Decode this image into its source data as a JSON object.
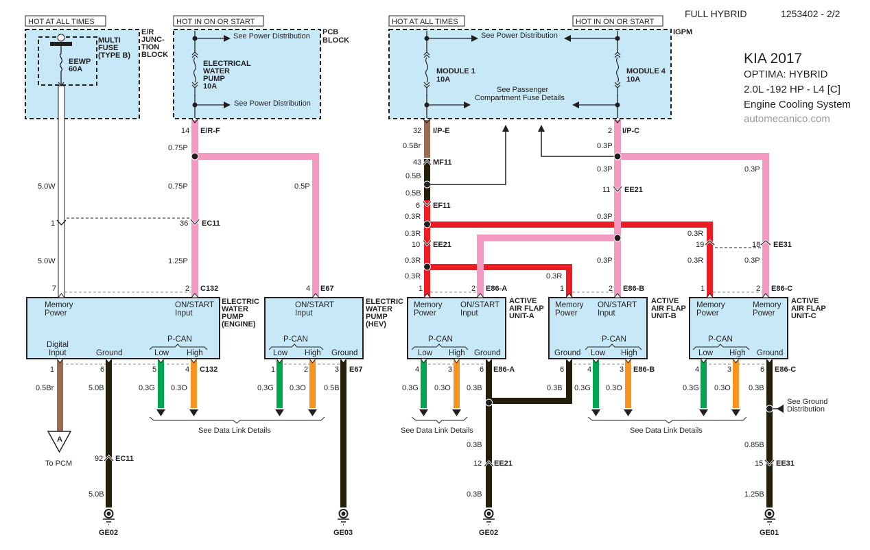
{
  "header": {
    "variant": "FULL HYBRID",
    "doc_id": "1253402 - 2/2",
    "make_year": "KIA 2017",
    "model": "OPTIMA: HYBRID",
    "engine": "2.0L -192 HP - L4 [C]",
    "system": "Engine Cooling System",
    "source": "automecanico.com"
  },
  "colors": {
    "block_fill": "#c7e8f7",
    "pink": "#f49ac1",
    "red": "#ed1c24",
    "brown": "#9b6b52",
    "black": "#231f0a",
    "green": "#00a651",
    "orange": "#f7941d",
    "white_wire": "#ffffff"
  },
  "power_labels": {
    "hot_all_1": "HOT AT ALL TIMES",
    "hot_start_1": "HOT IN ON OR START",
    "hot_all_2": "HOT AT ALL TIMES",
    "hot_start_2": "HOT IN ON OR START"
  },
  "blocks": {
    "er_junction": {
      "name_l1": "E/R",
      "name_l2": "JUNC-",
      "name_l3": "TION",
      "name_l4": "BLOCK",
      "multifuse_l1": "MULTI",
      "multifuse_l2": "FUSE",
      "multifuse_l3": "(TYPE B)",
      "fuse_name": "EEWP",
      "fuse_rating": "60A"
    },
    "pcb": {
      "name_l1": "PCB",
      "name_l2": "BLOCK",
      "fuse_l1": "ELECTRICAL",
      "fuse_l2": "WATER",
      "fuse_l3": "PUMP",
      "fuse_l4": "10A",
      "see_power_1": "See Power Distribution",
      "see_power_2": "See Power Distribution"
    },
    "igpm": {
      "name": "IGPM",
      "fuse1_name": "MODULE 1",
      "fuse1_rating": "10A",
      "fuse4_name": "MODULE 4",
      "fuse4_rating": "10A",
      "see_power": "See Power Distribution",
      "see_passenger_l1": "See Passenger",
      "see_passenger_l2": "Compartment Fuse Details"
    }
  },
  "connectors": {
    "erf": {
      "pin": "14",
      "name": "E/R-F"
    },
    "ec11_top": {
      "pin_left": "1",
      "pin": "36",
      "name": "EC11"
    },
    "c132_top": {
      "pin_left": "7",
      "pin": "2",
      "name": "C132"
    },
    "e67_top": {
      "pin": "4",
      "name": "E67"
    },
    "ipe": {
      "pin": "32",
      "name": "I/P-E"
    },
    "mf11": {
      "pin": "43",
      "name": "MF11"
    },
    "ef11": {
      "pin": "6",
      "name": "EF11"
    },
    "ee21_l": {
      "pin": "10",
      "name": "EE21"
    },
    "ipc": {
      "pin": "2",
      "name": "I/P-C"
    },
    "ee21_r": {
      "pin": "11",
      "name": "EE21"
    },
    "ee31_top": {
      "pin_left": "19",
      "pin": "18",
      "name": "EE31"
    },
    "e86a_top": {
      "pin_left": "1",
      "pin": "2",
      "name": "E86-A"
    },
    "e86b_top": {
      "pin_left": "1",
      "pin": "2",
      "name": "E86-B"
    },
    "e86c_top": {
      "pin_left": "1",
      "pin": "2",
      "name": "E86-C"
    },
    "c132_bot": {
      "p1": "1",
      "p2": "6",
      "p3": "5",
      "p4": "4",
      "name": "C132"
    },
    "e67_bot": {
      "p1": "1",
      "p2": "2",
      "p3": "3",
      "name": "E67"
    },
    "e86a_bot": {
      "p1": "4",
      "p2": "3",
      "p3": "6",
      "name": "E86-A"
    },
    "e86b_bot": {
      "p1": "6",
      "p2": "4",
      "p3": "3",
      "name": "E86-B"
    },
    "e86c_bot": {
      "p1": "4",
      "p2": "3",
      "p3": "6",
      "name": "E86-C"
    },
    "ec11_bot": {
      "pin": "92",
      "name": "EC11"
    },
    "ee21_bot": {
      "pin": "12",
      "name": "EE21"
    },
    "ee31_bot": {
      "pin": "15",
      "name": "EE31"
    }
  },
  "wires": {
    "w_5w_a": "5.0W",
    "w_5w_b": "5.0W",
    "w_075p_a": "0.75P",
    "w_075p_b": "0.75P",
    "w_125p": "1.25P",
    "w_05p": "0.5P",
    "w_05br_top": "0.5Br",
    "w_05b_a": "0.5B",
    "w_05b_b": "0.5B",
    "w_03r_a": "0.3R",
    "w_03r_b": "0.3R",
    "w_03r_c": "0.3R",
    "w_03r_d": "0.3R",
    "w_03r_e": "0.3R",
    "w_03r_f": "0.3R",
    "w_03r_g": "0.3R",
    "w_03p_a": "0.3P",
    "w_03p_b": "0.3P",
    "w_03p_c": "0.3P",
    "w_03p_d": "0.3P",
    "w_03p_e": "0.3P",
    "w_03p_f": "0.3P",
    "w_05br_bot": "0.5Br",
    "w_50b_a": "5.0B",
    "w_50b_b": "5.0B",
    "w_03g_1": "0.3G",
    "w_03o_1": "0.3O",
    "w_03g_2": "0.3G",
    "w_03o_2": "0.3O",
    "w_05b_e67": "0.5B",
    "w_03g_3": "0.3G",
    "w_03o_3": "0.3O",
    "w_03b_a": "0.3B",
    "w_03b_b": "0.3B",
    "w_03g_4": "0.3G",
    "w_03o_4": "0.3O",
    "w_03g_5": "0.3G",
    "w_03o_5": "0.3O",
    "w_03b_c": "0.3B",
    "w_03b_d": "0.3B",
    "w_03b_e": "0.3B",
    "w_085b": "0.85B",
    "w_125b": "1.25B"
  },
  "modules": {
    "ewp_engine": {
      "title_l1": "ELECTRIC",
      "title_l2": "WATER",
      "title_l3": "PUMP",
      "title_l4": "(ENGINE)",
      "mem_l1": "Memory",
      "mem_l2": "Power",
      "on_l1": "ON/START",
      "on_l2": "Input",
      "dig_l1": "Digital",
      "dig_l2": "Input",
      "ground": "Ground",
      "pcan": "P-CAN",
      "low": "Low",
      "high": "High"
    },
    "ewp_hev": {
      "title_l1": "ELECTRIC",
      "title_l2": "WATER",
      "title_l3": "PUMP",
      "title_l4": "(HEV)",
      "on_l1": "ON/START",
      "on_l2": "Input",
      "pcan": "P-CAN",
      "low": "Low",
      "high": "High",
      "ground": "Ground"
    },
    "aaf_a": {
      "title_l1": "ACTIVE",
      "title_l2": "AIR FLAP",
      "title_l3": "UNIT-A",
      "mem_l1": "Memory",
      "mem_l2": "Power",
      "on_l1": "ON/START",
      "on_l2": "Input",
      "pcan": "P-CAN",
      "low": "Low",
      "high": "High",
      "ground": "Ground"
    },
    "aaf_b": {
      "title_l1": "ACTIVE",
      "title_l2": "AIR FLAP",
      "title_l3": "UNIT-B",
      "mem_l1": "Memory",
      "mem_l2": "Power",
      "on_l1": "ON/START",
      "on_l2": "Input",
      "pcan": "P-CAN",
      "low": "Low",
      "high": "High",
      "ground": "Ground"
    },
    "aaf_c": {
      "title_l1": "ACTIVE",
      "title_l2": "AIR FLAP",
      "title_l3": "UNIT-C",
      "mem_l1": "Memory",
      "mem_l2": "Power",
      "mem2_l1": "Memory",
      "mem2_l2": "Power",
      "pcan": "P-CAN",
      "low": "Low",
      "high": "High",
      "ground": "Ground"
    }
  },
  "references": {
    "to_pcm_letter": "A",
    "to_pcm": "To PCM",
    "data_link_1": "See Data Link Details",
    "data_link_2": "See Data Link Details",
    "data_link_3": "See Data Link Details",
    "ground_dist_l1": "See Ground",
    "ground_dist_l2": "Distribution"
  },
  "grounds": {
    "g1": "GE02",
    "g2": "GE03",
    "g3": "GE02",
    "g4": "GE01"
  }
}
